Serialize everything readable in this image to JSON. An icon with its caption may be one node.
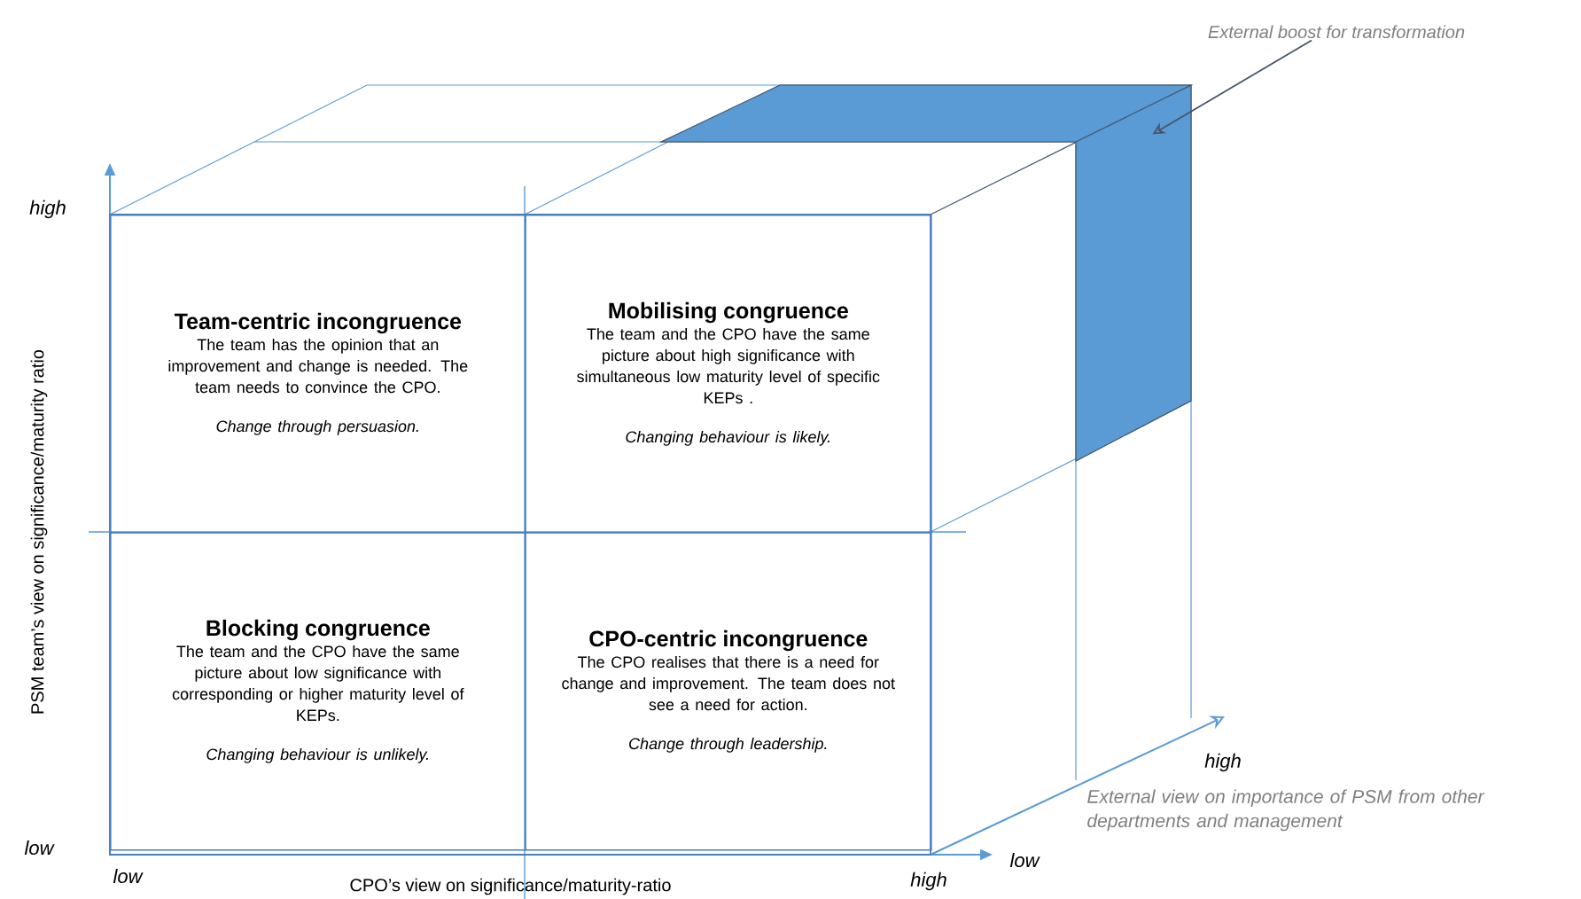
{
  "diagram": {
    "nodes": [
      {
        "text": [
          "Team-centric incongruence",
          "The team has the opinion that an improvement and change is needed. The team needs to convince the CPO.",
          "Change through persuasion."
        ]
      },
      {
        "text": [
          "Mobilising congruence",
          "The team and the CPO have the same picture about high significance with simultaneous low maturity level of specific KEPs .",
          "Changing behaviour is likely."
        ]
      },
      {
        "text": [
          "Blocking congruence",
          "The team and the CPO have the same picture about low significance with corresponding or higher maturity level of KEPs.",
          "Changing behaviour is unlikely."
        ]
      },
      {
        "text": [
          "CPO-centric incongruence",
          "The CPO realises that there is a need for change and improvement. The team does not see a need for action.",
          "Change through leadership."
        ]
      },
      {
        "text": [
          "External boost for transformation"
        ]
      },
      {
        "text": [],
        "shape": "band"
      }
    ],
    "edges": [
      {
        "from": 4,
        "to": 5,
        "arrow": "to",
        "color": "#44546a"
      }
    ],
    "labels": [
      "high",
      "PSM team’s view on significance/maturity ratio",
      "high",
      "External view on importance of PSM from other departments and management",
      "low",
      "low",
      "CPO’s view on significance/maturity-ratio",
      "high",
      "low"
    ]
  }
}
